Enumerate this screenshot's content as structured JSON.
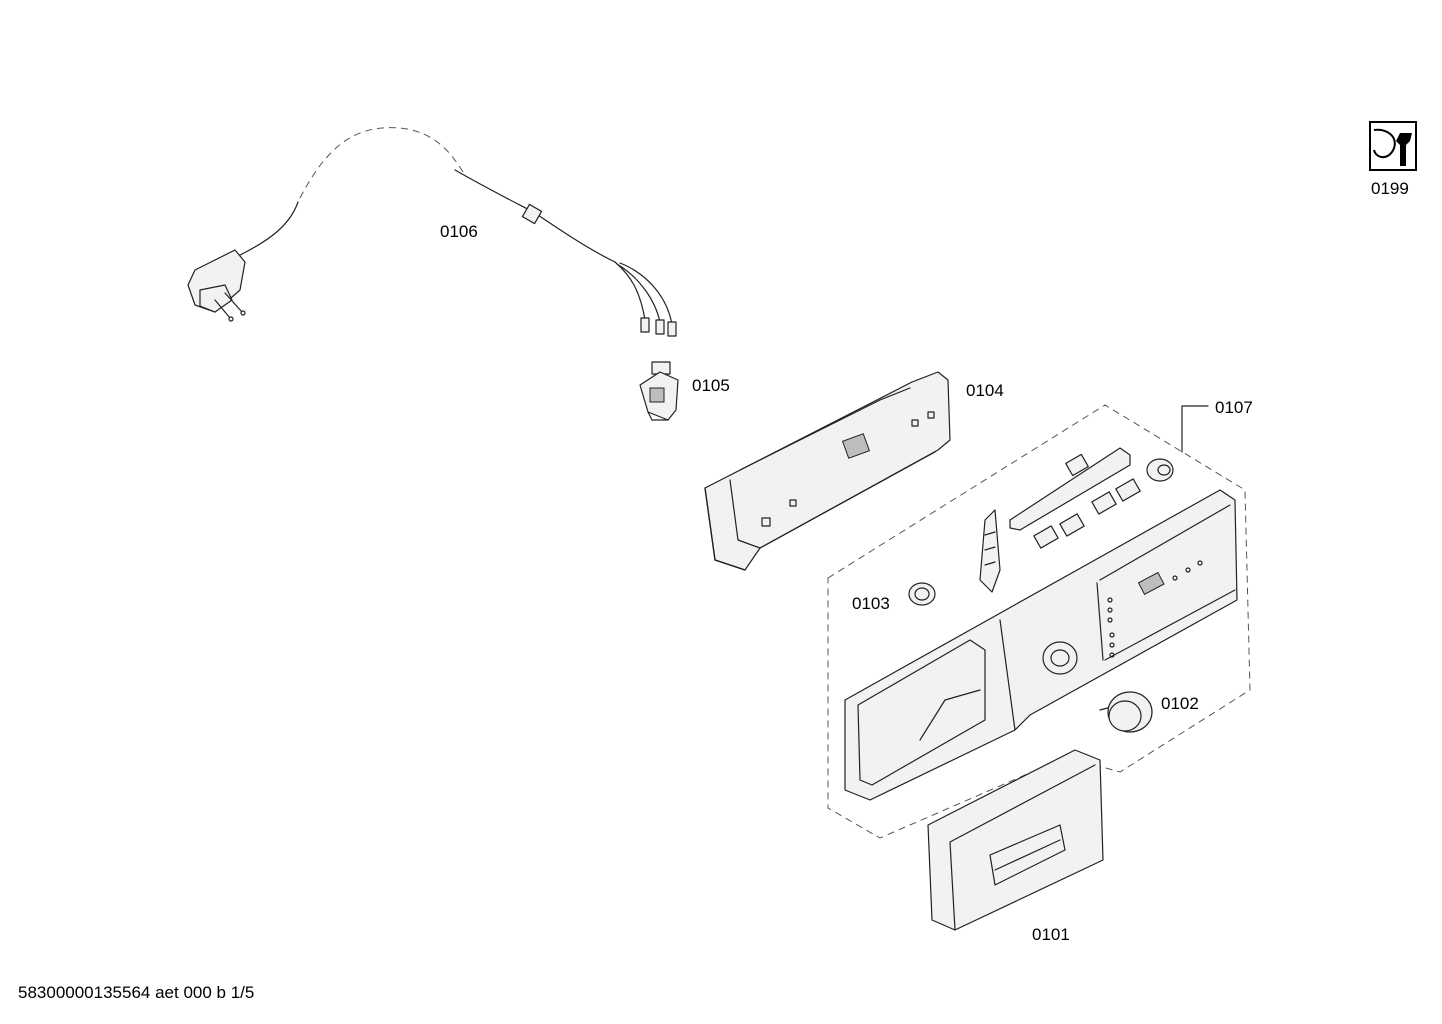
{
  "parts": [
    {
      "id": "0101",
      "label": "0101"
    },
    {
      "id": "0102",
      "label": "0102"
    },
    {
      "id": "0103",
      "label": "0103"
    },
    {
      "id": "0104",
      "label": "0104"
    },
    {
      "id": "0105",
      "label": "0105"
    },
    {
      "id": "0106",
      "label": "0106"
    },
    {
      "id": "0107",
      "label": "0107"
    },
    {
      "id": "0199",
      "label": "0199"
    }
  ],
  "footer": {
    "document_code": "58300000135564 aet 000 b 1/5"
  },
  "icons": {
    "service": "wrench-service-icon"
  }
}
